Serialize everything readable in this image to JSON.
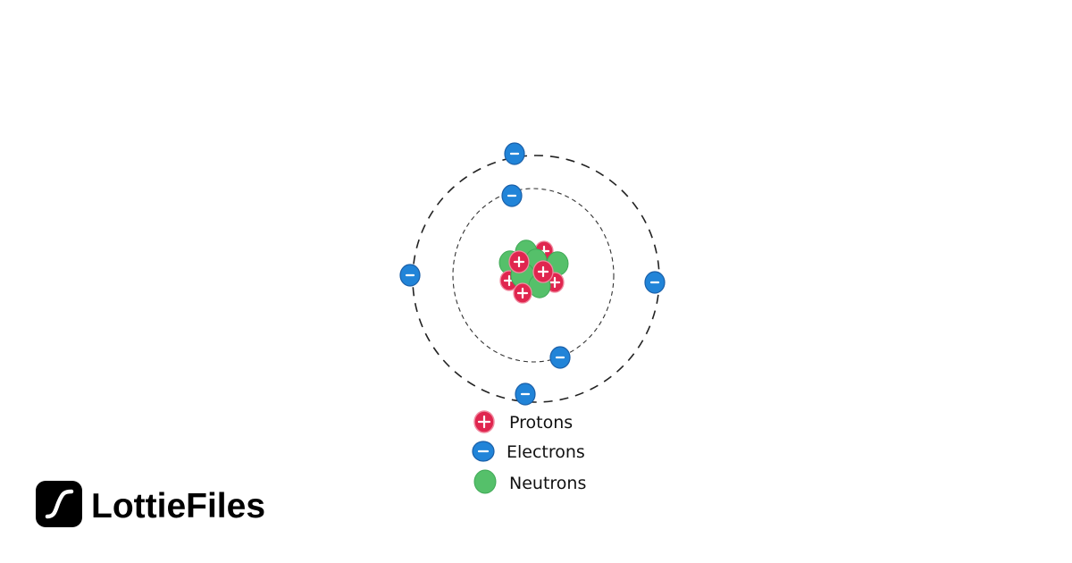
{
  "diagram": {
    "legend": [
      {
        "label": "Protons",
        "symbol": "+",
        "color": "#e0264f"
      },
      {
        "label": "Electrons",
        "symbol": "−",
        "color": "#2184d8"
      },
      {
        "label": "Neutrons",
        "symbol": "",
        "color": "#55c06a"
      }
    ],
    "orbits": 2,
    "electron_count": 6,
    "colors": {
      "orbit": "#222222",
      "proton": "#e0264f",
      "electron": "#2184d8",
      "neutron": "#55c06a"
    }
  },
  "brand": {
    "name": "LottieFiles",
    "logo_icon": "lottie-curve-icon"
  }
}
